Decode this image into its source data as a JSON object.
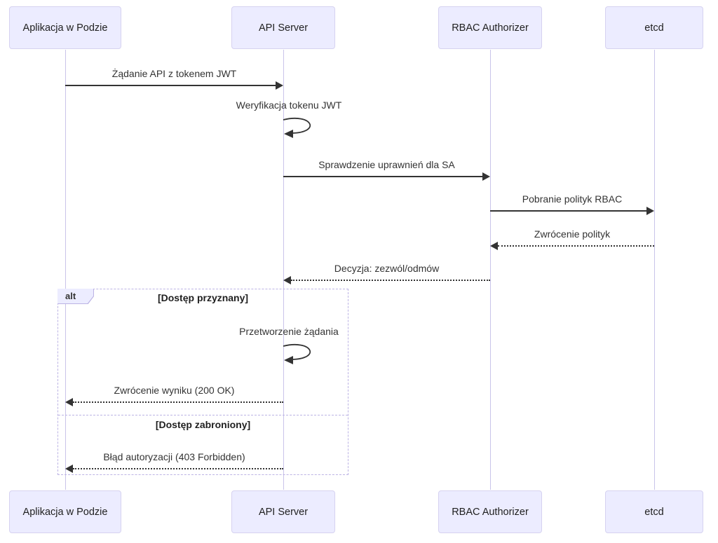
{
  "diagram_type": "sequence-diagram",
  "actors": [
    {
      "name": "Aplikacja w Podzie"
    },
    {
      "name": "API Server"
    },
    {
      "name": "RBAC Authorizer"
    },
    {
      "name": "etcd"
    }
  ],
  "messages": [
    {
      "label": "Żądanie API z tokenem JWT",
      "from": "Aplikacja w Podzie",
      "to": "API Server",
      "style": "solid"
    },
    {
      "label": "Weryfikacja tokenu JWT",
      "from": "API Server",
      "to": "API Server",
      "style": "self-loop"
    },
    {
      "label": "Sprawdzenie uprawnień dla SA",
      "from": "API Server",
      "to": "RBAC Authorizer",
      "style": "solid"
    },
    {
      "label": "Pobranie polityk RBAC",
      "from": "RBAC Authorizer",
      "to": "etcd",
      "style": "solid"
    },
    {
      "label": "Zwrócenie polityk",
      "from": "etcd",
      "to": "RBAC Authorizer",
      "style": "dashed"
    },
    {
      "label": "Decyzja: zezwól/odmów",
      "from": "RBAC Authorizer",
      "to": "API Server",
      "style": "dashed"
    },
    {
      "label": "Przetworzenie żądania",
      "from": "API Server",
      "to": "API Server",
      "style": "self-loop"
    },
    {
      "label": "Zwrócenie wyniku (200 OK)",
      "from": "API Server",
      "to": "Aplikacja w Podzie",
      "style": "dashed"
    },
    {
      "label": "Błąd autoryzacji (403 Forbidden)",
      "from": "API Server",
      "to": "Aplikacja w Podzie",
      "style": "dashed"
    }
  ],
  "alt": {
    "label": "alt",
    "conditions": [
      "[Dostęp przyznany]",
      "[Dostęp zabroniony]"
    ]
  },
  "colors": {
    "background": "#ffffff",
    "actor_fill": "#ececff",
    "actor_border": "#d6d2f0",
    "lifeline": "#c9c4ea",
    "arrow": "#333333",
    "text": "#333333",
    "alt_border": "#bcb3e4"
  }
}
